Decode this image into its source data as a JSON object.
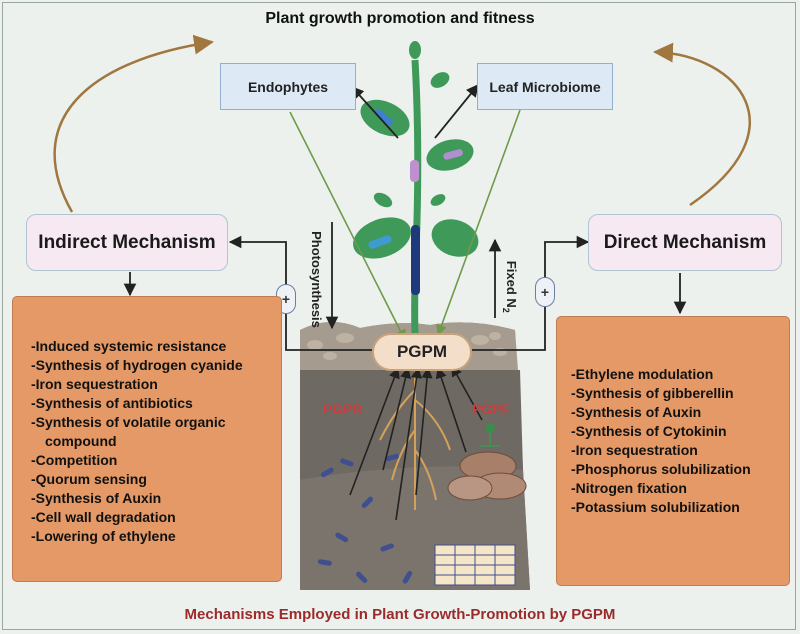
{
  "title": "Plant growth promotion and fitness",
  "caption": "Mechanisms Employed in Plant Growth-Promotion by PGPM",
  "endophytes_label": "Endophytes",
  "leaf_microbiome_label": "Leaf Microbiome",
  "indirect_title": "Indirect Mechanism",
  "direct_title": "Direct Mechanism",
  "plus_symbol": "+",
  "center_label": "PGPM",
  "pgpr_label": "PGPR",
  "pgpf_label": "PGPF",
  "photosynthesis_label": "Photosynthesis",
  "fixed_n2": {
    "text": "Fixed N",
    "sub": "2"
  },
  "indirect_items": [
    "-Induced systemic resistance",
    "-Synthesis of hydrogen cyanide",
    "-Iron sequestration",
    "-Synthesis of antibiotics",
    "-Synthesis of volatile organic",
    "compound",
    "-Competition",
    "-Quorum sensing",
    "-Synthesis of Auxin",
    "-Cell wall degradation",
    "-Lowering of ethylene"
  ],
  "direct_items": [
    "-Ethylene modulation",
    "-Synthesis of gibberellin",
    "-Synthesis of Auxin",
    "-Synthesis of Cytokinin",
    "-Iron sequestration",
    "-Phosphorus solubilization",
    "-Nitrogen fixation",
    "-Potassium solubilization"
  ],
  "colors": {
    "orange_box": "#e49966",
    "mechanism_box": "#f7e9f1",
    "label_box": "#dde9f5",
    "soil_dark": "#6f6963",
    "soil_light": "#a59c8f",
    "leaf_green": "#3f9a5a",
    "curve_arrow": "#a0773f",
    "caption_red": "#9b2b2b",
    "microbe_red": "#d23b3b"
  },
  "icons": [
    "plant-icon",
    "soil-icon",
    "bacteria-icon",
    "fungus-icon",
    "root-icon"
  ]
}
